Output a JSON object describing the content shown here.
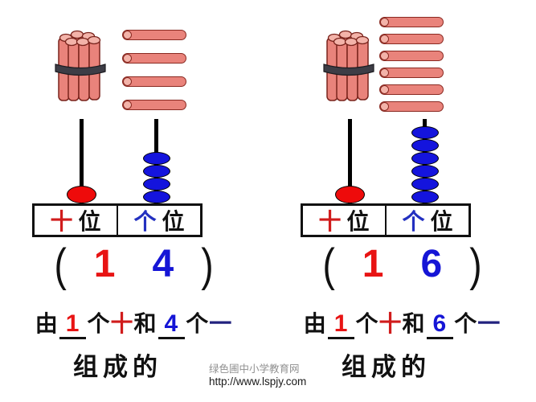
{
  "colors": {
    "tens_accent_red": "#e81414",
    "ones_accent_blue": "#1515d6",
    "stick_fill": "#e9837b",
    "stick_border": "#8a2a22",
    "red_bead": "#ee0b0b",
    "blue_bead": "#1414dd",
    "text_black": "#111111",
    "yi_navy": "#22227e"
  },
  "panels": [
    {
      "bundles": 1,
      "loose_sticks": 4,
      "tens_beads": 1,
      "ones_beads": 4,
      "place_box": {
        "tens_label": "十",
        "tens_word": "位",
        "ones_label": "个",
        "ones_word": "位"
      },
      "number": {
        "open": "(",
        "tens": "1",
        "ones": "4",
        "close": ")"
      },
      "sentence": {
        "p1": "由",
        "blank1": "1",
        "p2": "个",
        "p3": "十",
        "p4": "和",
        "blank2": "4",
        "p5": "个",
        "p6": "一"
      },
      "composed": "组成的"
    },
    {
      "bundles": 1,
      "loose_sticks": 6,
      "tens_beads": 1,
      "ones_beads": 6,
      "place_box": {
        "tens_label": "十",
        "tens_word": "位",
        "ones_label": "个",
        "ones_word": "位"
      },
      "number": {
        "open": "(",
        "tens": "1",
        "ones": "6",
        "close": ")"
      },
      "sentence": {
        "p1": "由",
        "blank1": "1",
        "p2": "个",
        "p3": "十",
        "p4": "和",
        "blank2": "6",
        "p5": "个",
        "p6": "一"
      },
      "composed": "组成的"
    }
  ],
  "watermark": {
    "line1": "绿色圃中小学教育网",
    "line2": "http://www.lspjy.com"
  }
}
